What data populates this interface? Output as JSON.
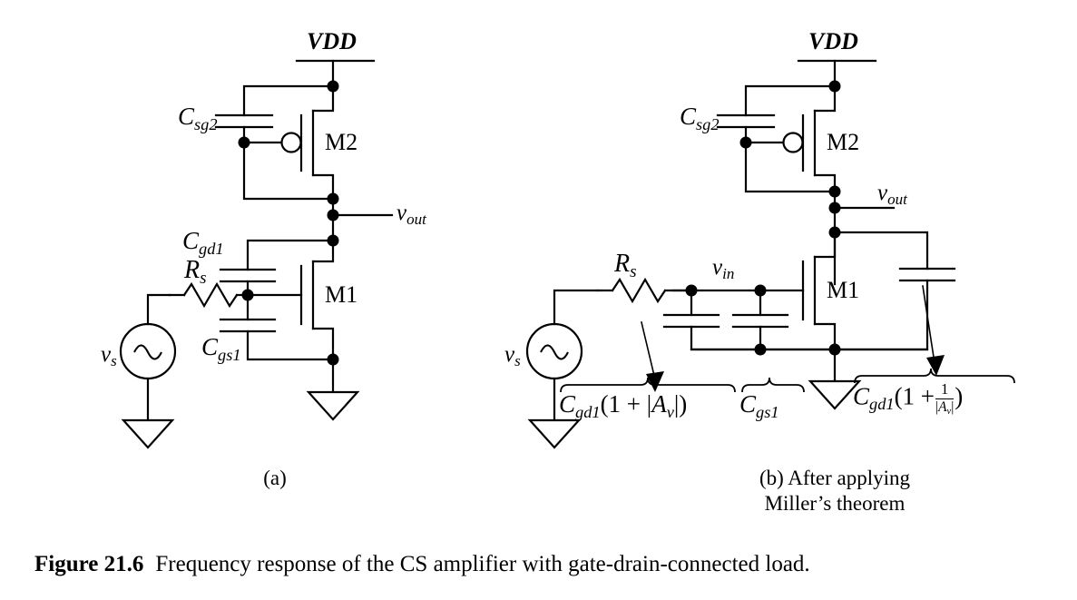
{
  "figure": {
    "number": "Figure 21.6",
    "caption": "Frequency response of the CS amplifier with gate-drain-connected load."
  },
  "circuit_a": {
    "subcaption": "(a)",
    "supply_label": "VDD",
    "transistors": [
      {
        "name": "M2",
        "type": "pmos"
      },
      {
        "name": "M1",
        "type": "nmos"
      }
    ],
    "nodes": {
      "output": "v",
      "output_sub": "out"
    },
    "source": {
      "label": "v",
      "label_sub": "s",
      "type": "ac-sine-source"
    },
    "resistor": {
      "label": "R",
      "label_sub": "s"
    },
    "capacitors": [
      {
        "label": "C",
        "sub": "sg2"
      },
      {
        "label": "C",
        "sub": "gd1"
      },
      {
        "label": "C",
        "sub": "gs1"
      }
    ]
  },
  "circuit_b": {
    "subcaption_line1": "(b) After applying",
    "subcaption_line2": "Miller’s theorem",
    "supply_label": "VDD",
    "transistors": [
      {
        "name": "M2",
        "type": "pmos"
      },
      {
        "name": "M1",
        "type": "nmos"
      }
    ],
    "nodes": {
      "output": "v",
      "output_sub": "out",
      "input": "v",
      "input_sub": "in"
    },
    "source": {
      "label": "v",
      "label_sub": "s",
      "type": "ac-sine-source"
    },
    "resistor": {
      "label": "R",
      "label_sub": "s"
    },
    "capacitors": [
      {
        "label": "C",
        "sub": "sg2"
      }
    ],
    "miller_input": {
      "cap": "C",
      "cap_sub": "gd1",
      "expr_open": "(1 + |",
      "gain": "A",
      "gain_sub": "v",
      "expr_close": "|)"
    },
    "gate_source": {
      "cap": "C",
      "cap_sub": "gs1"
    },
    "miller_output": {
      "cap": "C",
      "cap_sub": "gd1",
      "expr_open": "(1 +",
      "frac_num": "1",
      "frac_den_open": "|",
      "gain": "A",
      "gain_sub": "v",
      "frac_den_close": "|",
      "expr_close": ")"
    }
  },
  "style": {
    "stroke": "#000000",
    "background": "#ffffff"
  }
}
